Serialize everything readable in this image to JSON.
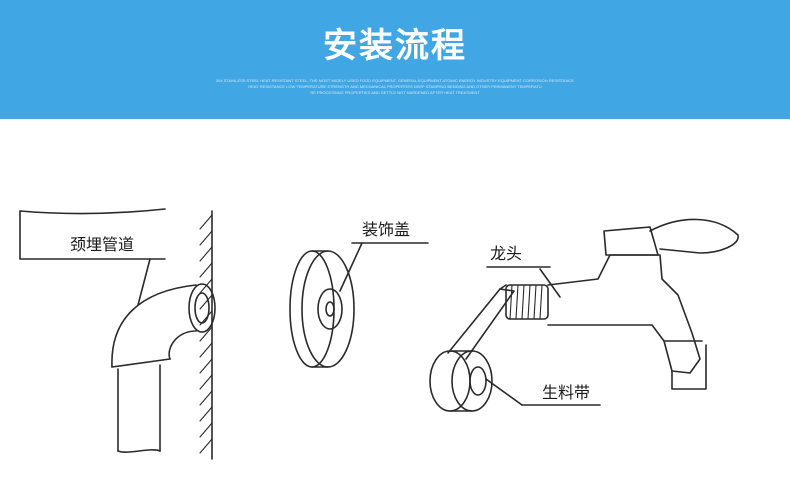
{
  "header": {
    "title": "安装流程",
    "subtitle_lines": [
      "304 STAINLESS STEEL HEAT RESISTANT STEEL, THE MOST WIDELY USED FOOD EQUIPMENT, GENERAL EQUIPMENT ATOMIC ENERGY INDUSTRY EQUIPMENT CORROSION RESISTANCE",
      "HEAT RESISTANCE LOW TEMPERATURE STRENGTH AND MECHANICAL PROPERTIES DEEP STAMPING BENDING AND OTHER PERMANENT TEMPERATU",
      "RE PROCESSING PROPERTIES AND SETTLE NOT HARDENED AFTER HEAT TREATMENT"
    ],
    "background_color": "#41a7e4"
  },
  "labels": {
    "pipe": "颈埋管道",
    "cover": "装饰盖",
    "faucet": "龙头",
    "tape": "生料带"
  }
}
